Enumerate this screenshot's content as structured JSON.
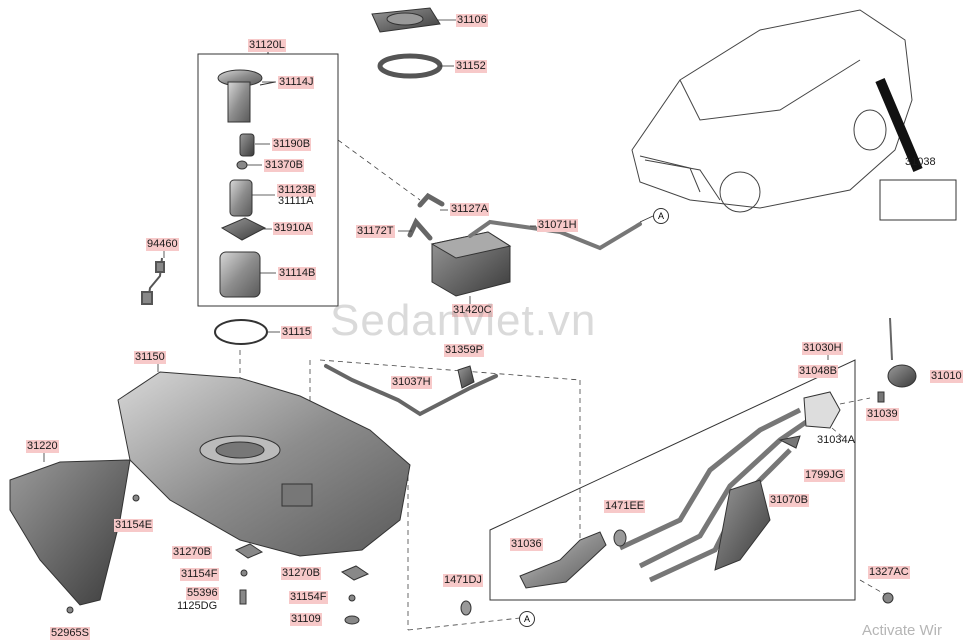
{
  "parts": {
    "p31106": "31106",
    "p31152": "31152",
    "p31120L": "31120L",
    "p31114J": "31114J",
    "p31190B": "31190B",
    "p31370B": "31370B",
    "p31123B": "31123B",
    "p31111A": "31111A",
    "p31910A": "31910A",
    "p31114B": "31114B",
    "p94460": "94460",
    "p31127A": "31127A",
    "p31172T": "31172T",
    "p31071H": "31071H",
    "p31420C": "31420C",
    "p31038": "31038",
    "p31115": "31115",
    "p31359P": "31359P",
    "p31150": "31150",
    "p31037H": "31037H",
    "p31030H": "31030H",
    "p31010": "31010",
    "p31048B": "31048B",
    "p31039": "31039",
    "p31034A": "31034A",
    "p1799JG": "1799JG",
    "p31220": "31220",
    "p31070B": "31070B",
    "p31154E": "31154E",
    "p1471EE": "1471EE",
    "p31036": "31036",
    "p31270B_a": "31270B",
    "p31154F_a": "31154F",
    "p55396": "55396",
    "p1125DG": "1125DG",
    "p31270B_b": "31270B",
    "p31154F_b": "31154F",
    "p31109": "31109",
    "p1471DJ": "1471DJ",
    "p1327AC": "1327AC",
    "p52965S": "52965S",
    "refA1": "A",
    "refA2": "A"
  },
  "watermark": "Sedanviet.vn",
  "os_watermark": "Activate Wir",
  "colors": {
    "label_bg": "#f7c9c9",
    "line": "#333333",
    "part_fill": "#8a8a8a"
  }
}
